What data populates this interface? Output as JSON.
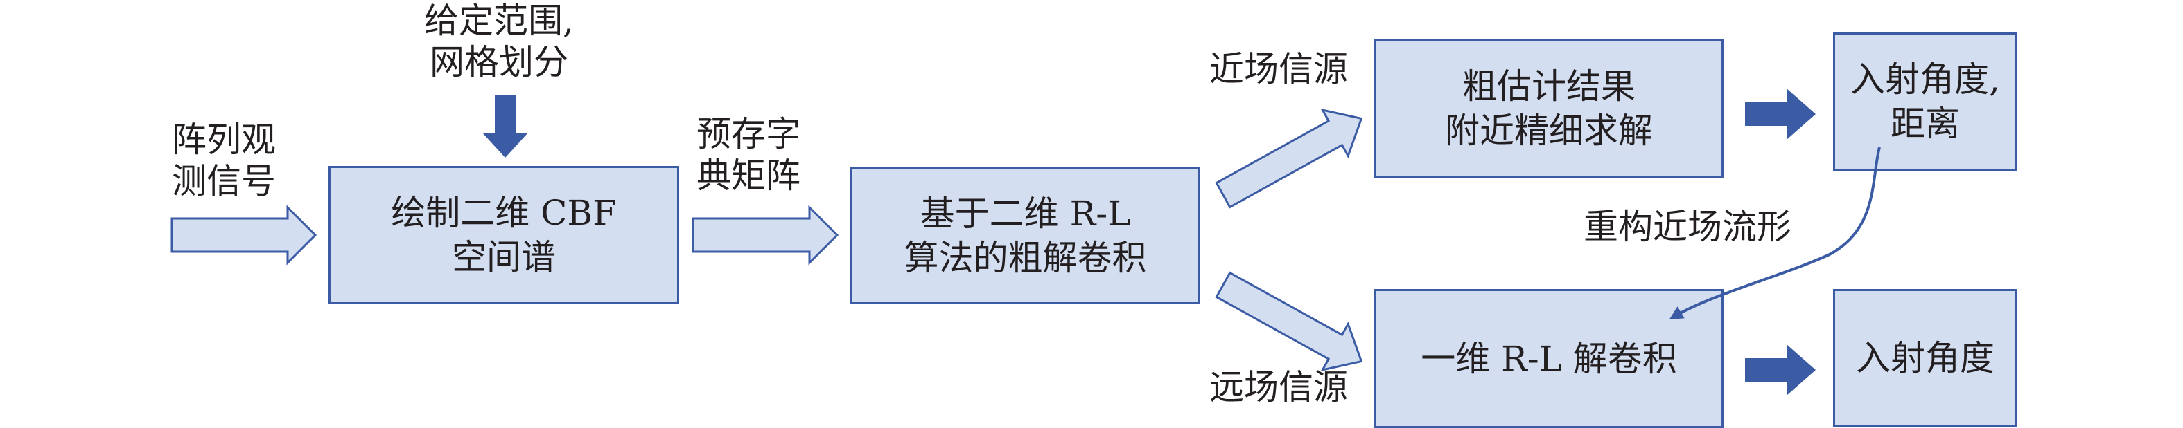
{
  "nodes": {
    "input_label": "阵列观\n测信号",
    "range_label": "给定范围,\n网格划分",
    "cbf_box": "绘制二维 CBF\n空间谱",
    "dict_label": "预存字\n典矩阵",
    "deconv_box": "基于二维 R-L\n算法的粗解卷积",
    "near_label": "近场信源",
    "refine_box": "粗估计结果\n附近精细求解",
    "angle_dist_box": "入射角度,\n距离",
    "reconstruct_label": "重构近场流形",
    "far_label": "远场信源",
    "deconv1d_box": "一维 R-L 解卷积",
    "angle_box": "入射角度"
  },
  "colors": {
    "box_fill": "#d3def0",
    "box_border": "#3b5ba5",
    "arrow_solid": "#3b5ba5",
    "text": "#231f20"
  }
}
